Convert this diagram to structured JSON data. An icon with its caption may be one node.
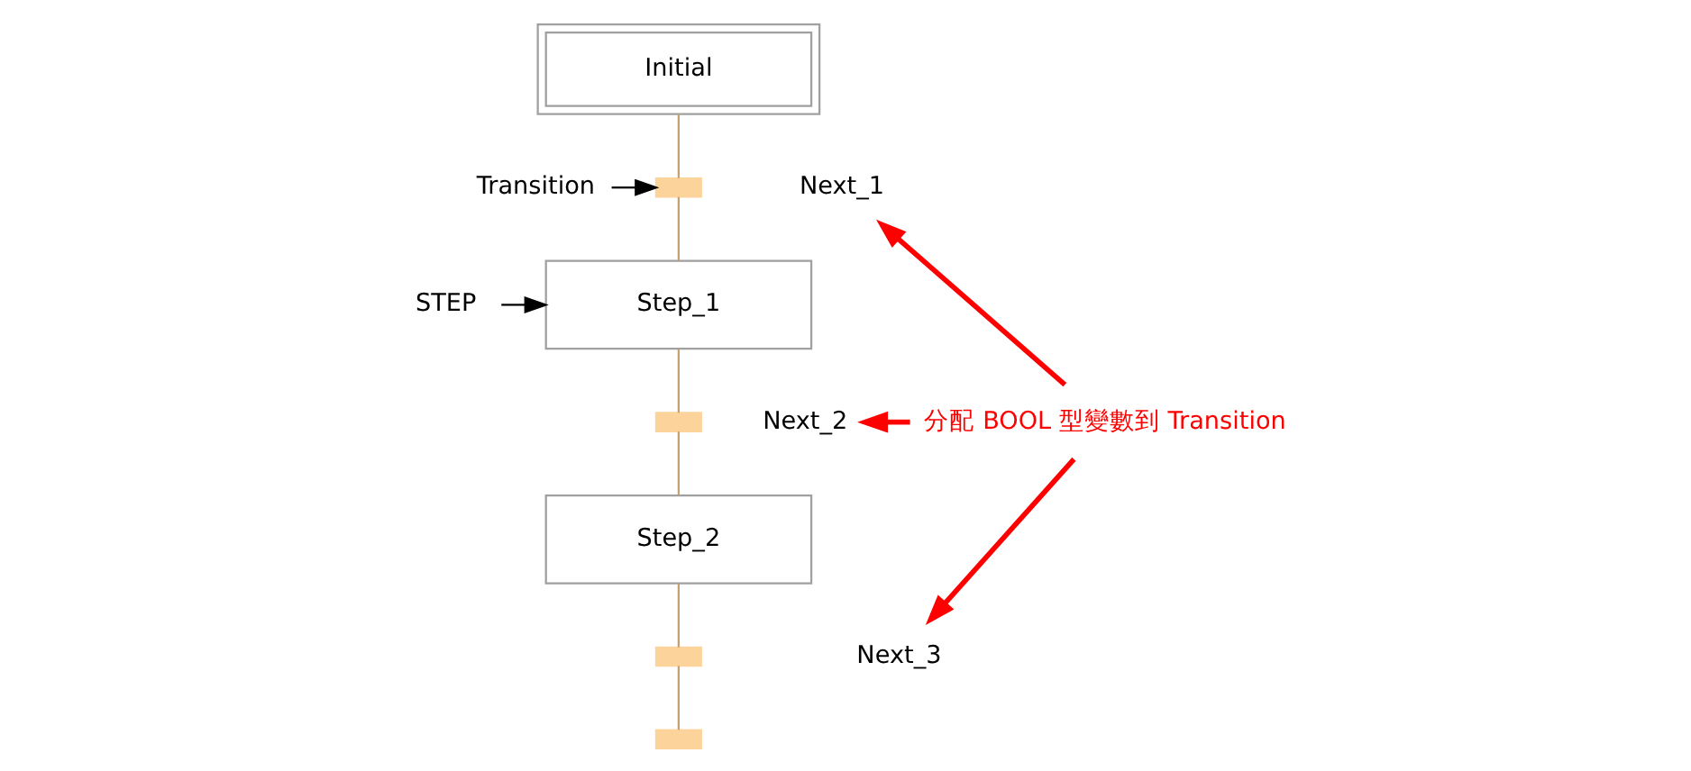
{
  "diagram": {
    "nodes": [
      {
        "text": [
          "Initial"
        ]
      },
      {
        "text": [],
        "shape": "bar"
      },
      {
        "text": [
          "Next_1"
        ]
      },
      {
        "text": [
          "Step_1"
        ]
      },
      {
        "text": [],
        "shape": "bar"
      },
      {
        "text": [
          "Next_2"
        ]
      },
      {
        "text": [
          "Step_2"
        ]
      },
      {
        "text": [],
        "shape": "bar"
      },
      {
        "text": [
          "Next_3"
        ]
      },
      {
        "text": [],
        "shape": "bar"
      },
      {
        "text": [
          "Transition"
        ]
      },
      {
        "text": [
          "STEP"
        ]
      },
      {
        "text": [
          "分配 BOOL 型變數到 Transition"
        ]
      }
    ],
    "edges": [
      {
        "from": 0,
        "to": 1,
        "arrow": "none"
      },
      {
        "from": 1,
        "to": 3,
        "arrow": "none"
      },
      {
        "from": 3,
        "to": 4,
        "arrow": "none"
      },
      {
        "from": 4,
        "to": 6,
        "arrow": "none"
      },
      {
        "from": 6,
        "to": 7,
        "arrow": "none"
      },
      {
        "from": 7,
        "to": 9,
        "arrow": "none"
      },
      {
        "from": 10,
        "to": 1,
        "arrow": "to",
        "color": "#000000"
      },
      {
        "from": 11,
        "to": 3,
        "arrow": "to",
        "color": "#000000"
      },
      {
        "from": 12,
        "to": 2,
        "arrow": "to",
        "color": "#ff0000",
        "style": "thick"
      },
      {
        "from": 12,
        "to": 5,
        "arrow": "to",
        "color": "#ff0000",
        "style": "thick"
      },
      {
        "from": 12,
        "to": 8,
        "arrow": "to",
        "color": "#ff0000",
        "style": "thick"
      }
    ]
  }
}
